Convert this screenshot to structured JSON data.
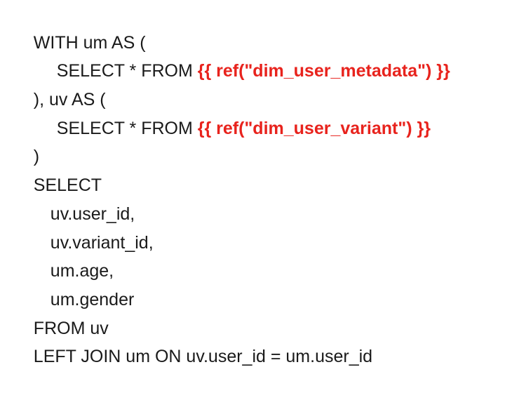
{
  "code": {
    "line_1": "WITH um AS (",
    "line_2_prefix": "SELECT * FROM ",
    "line_2_ref": "{{ ref(\"dim_user_metadata\") }}",
    "line_3": "), uv AS (",
    "line_4_prefix": "SELECT * FROM ",
    "line_4_ref": "{{ ref(\"dim_user_variant\") }}",
    "line_5": ")",
    "line_6": "SELECT",
    "line_7": "uv.user_id,",
    "line_8": "uv.variant_id,",
    "line_9": "um.age,",
    "line_10": "um.gender",
    "line_11": "FROM uv",
    "line_12": "LEFT JOIN um ON uv.user_id = um.user_id"
  },
  "colors": {
    "text": "#1a1a1a",
    "ref": "#e8231d"
  }
}
